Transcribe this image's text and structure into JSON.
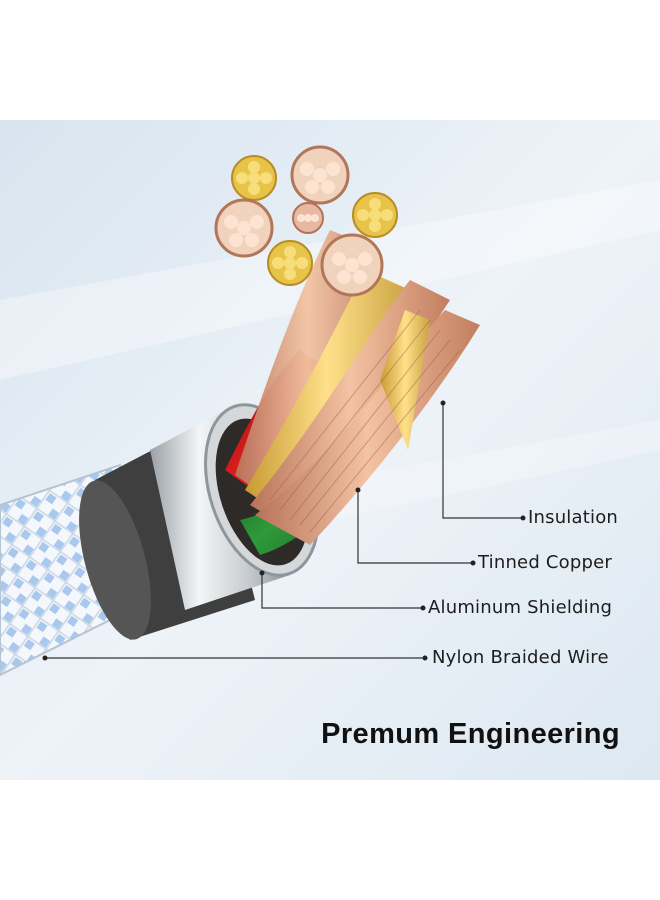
{
  "headline": "Premum Engineering",
  "callouts": [
    {
      "id": "insulation",
      "label": "Insulation"
    },
    {
      "id": "tinned-copper",
      "label": "Tinned Copper"
    },
    {
      "id": "aluminum-shielding",
      "label": "Aluminum Shielding"
    },
    {
      "id": "nylon-braided-wire",
      "label": "Nylon Braided Wire"
    }
  ],
  "colors": {
    "background": "#dfe9f3",
    "braid_blue": "#a9c8ee",
    "shell_dark": "#4a4a4a",
    "aluminum": "#d9dde0",
    "wire_red": "#c81414",
    "wire_green": "#1f7a2a",
    "copper": "#e7a27a",
    "tin": "#e8c85a"
  }
}
